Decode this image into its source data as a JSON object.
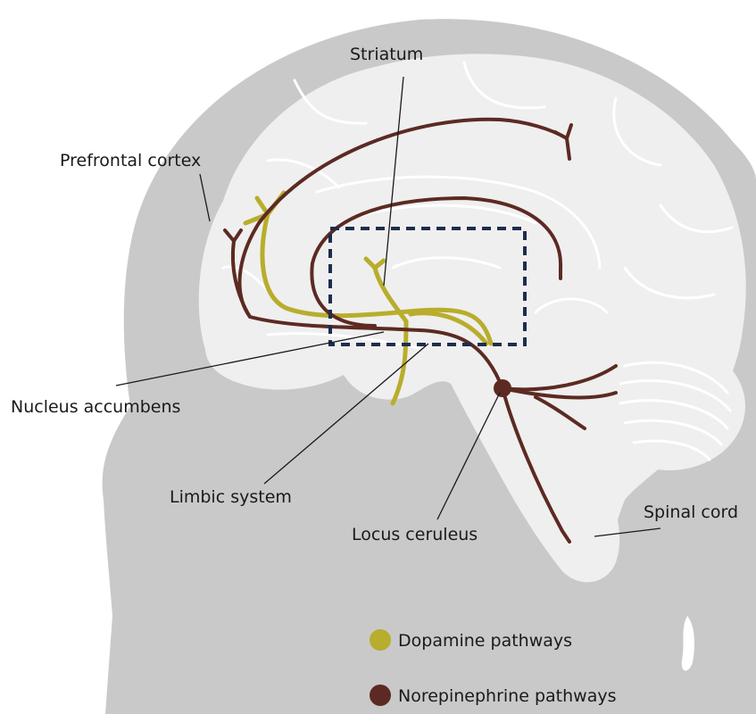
{
  "labels": {
    "striatum": "Striatum",
    "prefrontal_cortex": "Prefrontal cortex",
    "nucleus_accumbens": "Nucleus accumbens",
    "limbic_system": "Limbic system",
    "locus_ceruleus": "Locus ceruleus",
    "spinal_cord": "Spinal cord"
  },
  "legend": [
    {
      "label": "Dopamine pathways",
      "color": "#b8ad2c"
    },
    {
      "label": "Norepinephrine pathways",
      "color": "#5c2a22"
    }
  ],
  "colors": {
    "head": "#c9c9c9",
    "brain": "#efefef",
    "dopamine": "#b8ad2c",
    "norepinephrine": "#5c2a22",
    "highlight_box": "#1c2d4f"
  }
}
